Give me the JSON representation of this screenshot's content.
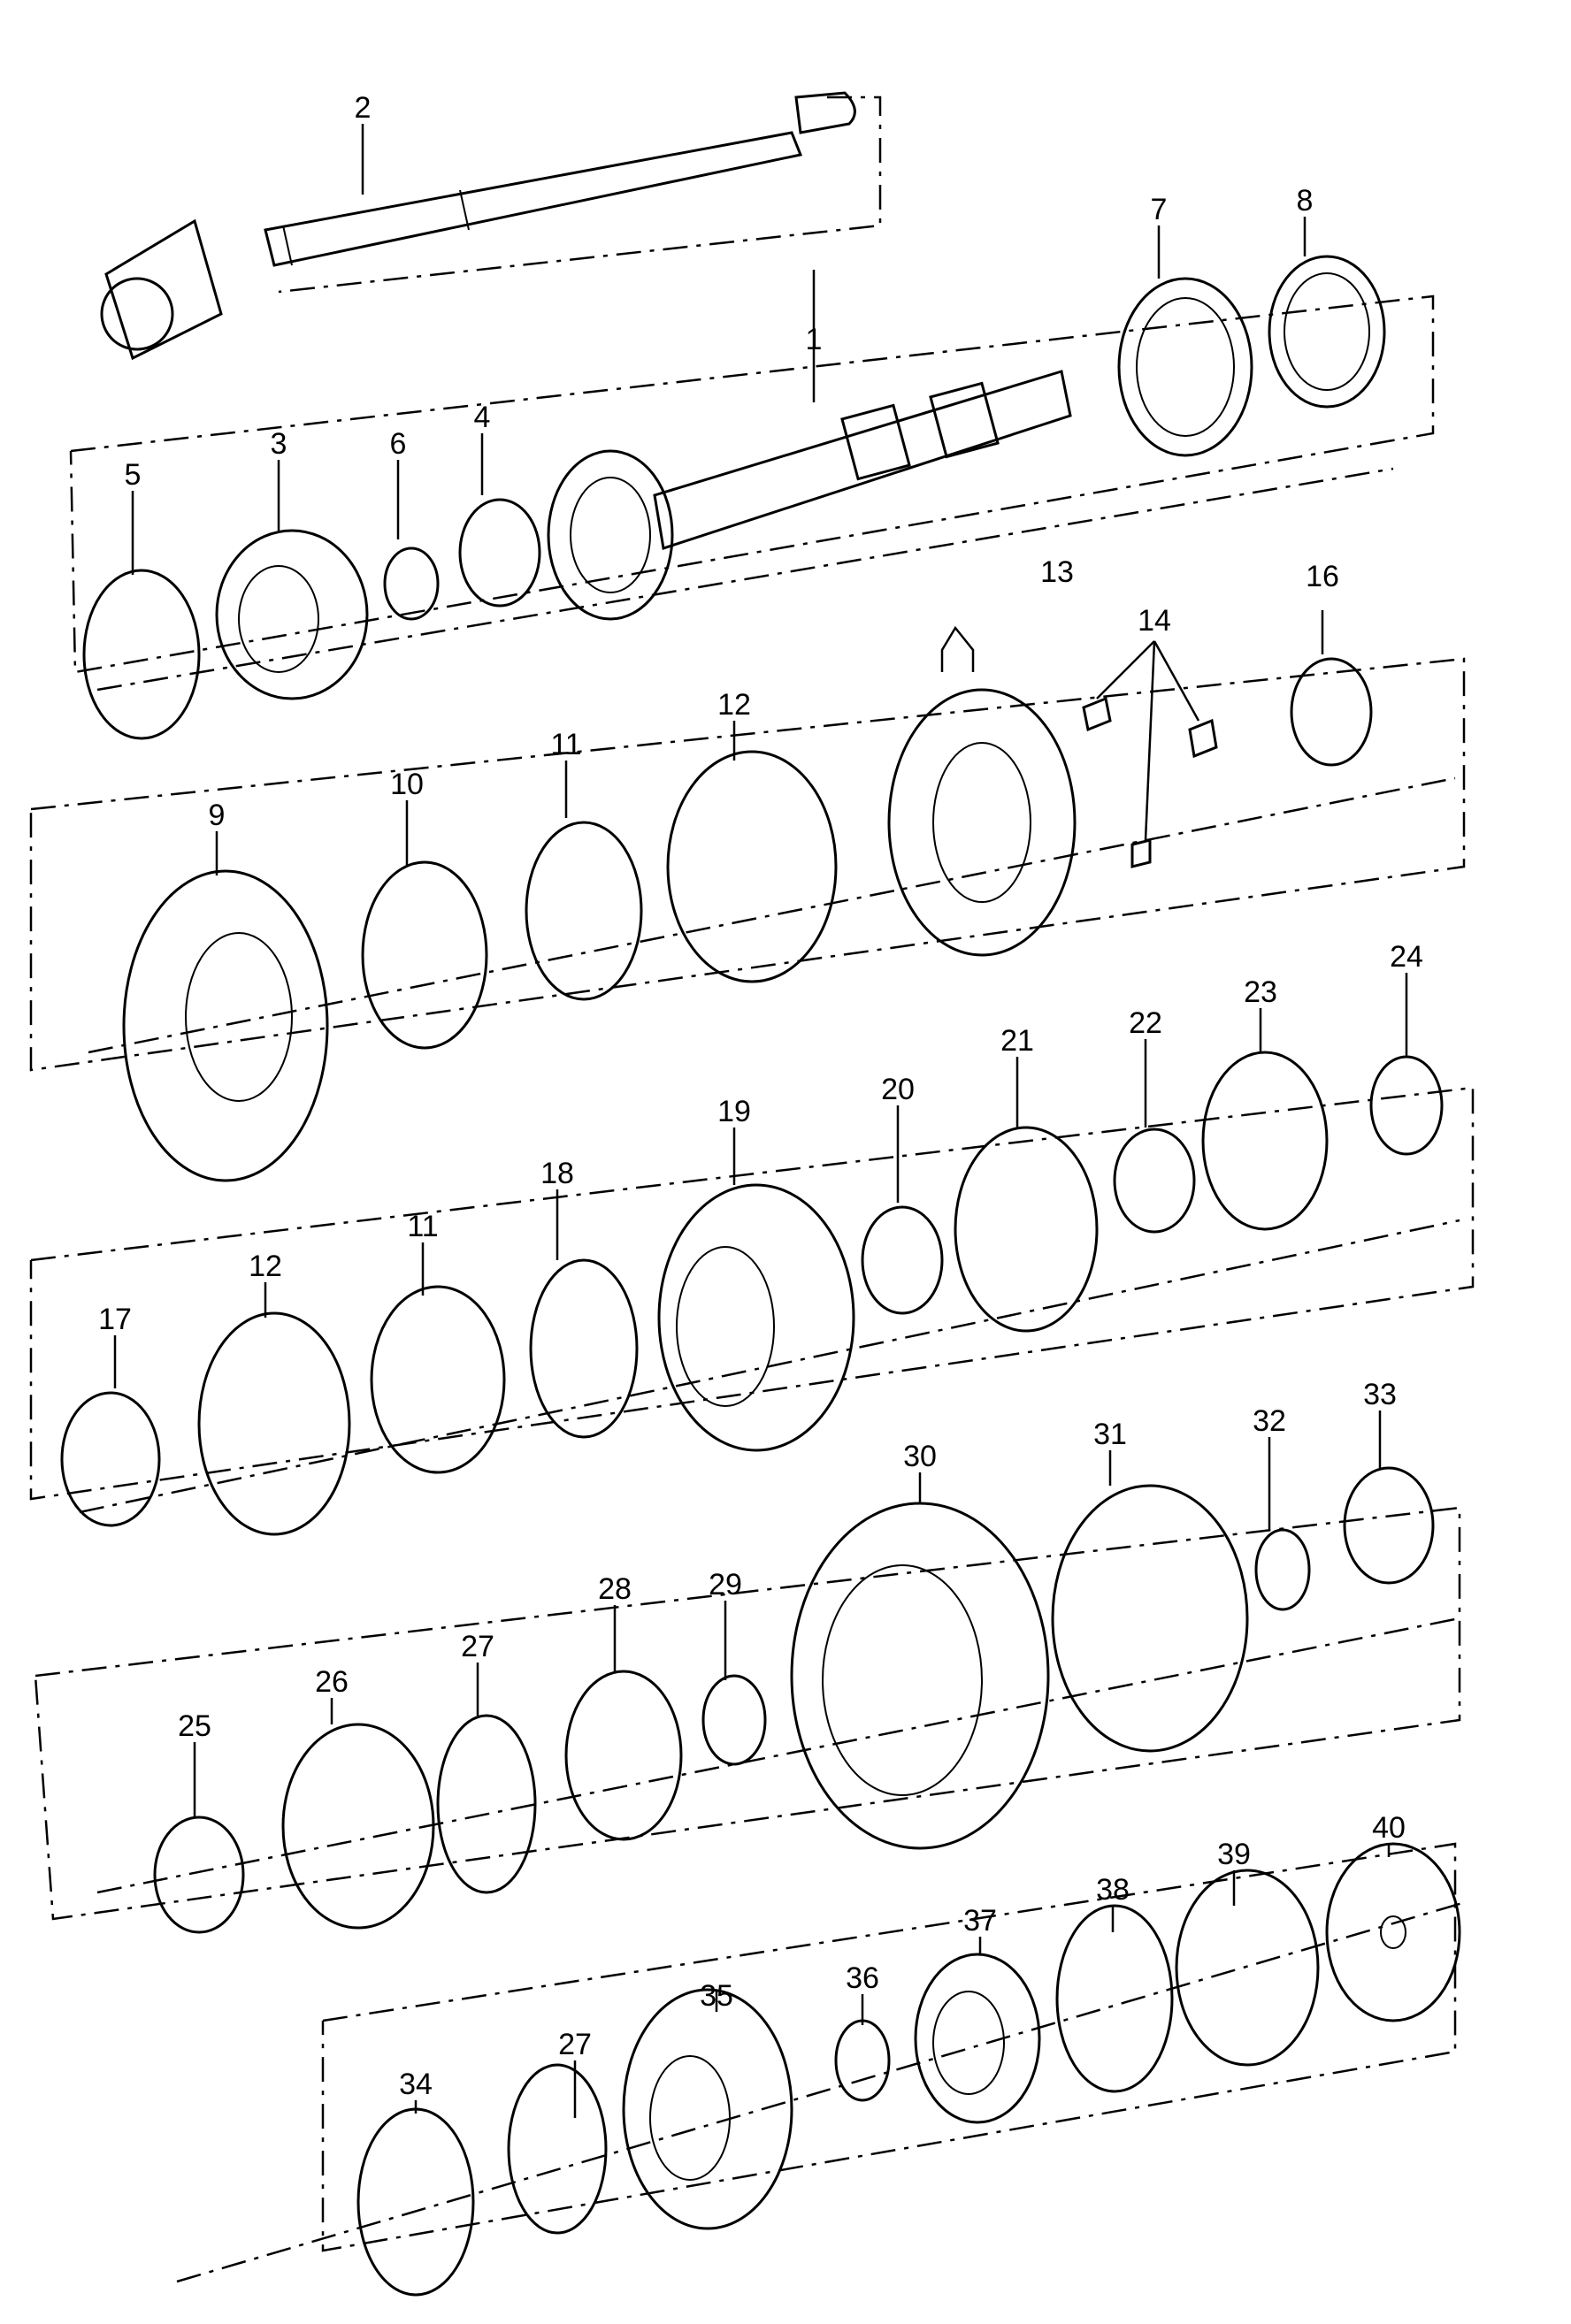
{
  "diagram": {
    "callouts": [
      "1",
      "2",
      "3",
      "4",
      "5",
      "6",
      "7",
      "8",
      "9",
      "10",
      "11",
      "12",
      "13",
      "14",
      "16",
      "17",
      "11",
      "12",
      "18",
      "19",
      "20",
      "21",
      "22",
      "23",
      "24",
      "25",
      "26",
      "27",
      "28",
      "29",
      "30",
      "31",
      "32",
      "33",
      "34",
      "27",
      "35",
      "36",
      "37",
      "38",
      "39",
      "40"
    ]
  }
}
